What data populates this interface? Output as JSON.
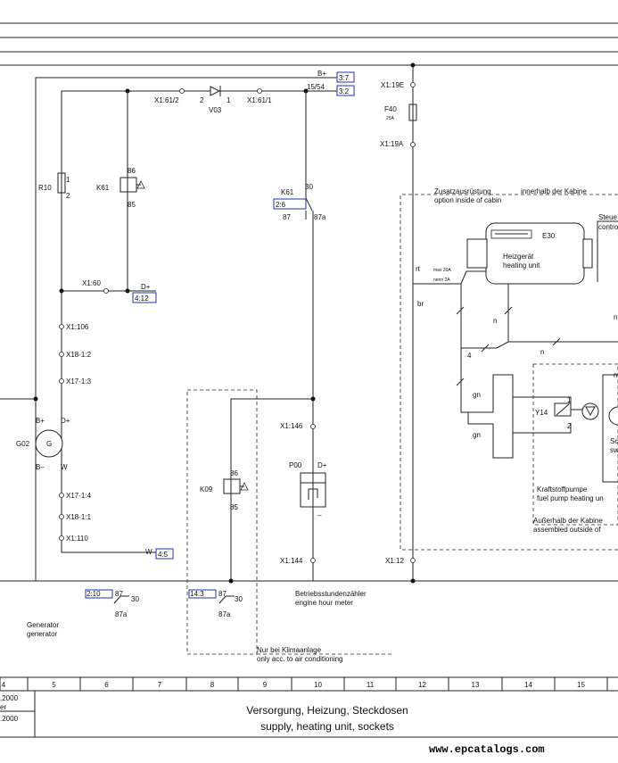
{
  "labels": {
    "b_plus_top": "B+",
    "ref_3_7": "3:7",
    "l15_54": "15/54",
    "ref_3_2": "3:2",
    "x1_61_2": "X1:61/2",
    "v03_pin2": "2",
    "v03_pin1": "1",
    "x1_61_1": "X1:61/1",
    "v03": "V03",
    "x1_19e": "X1:19E",
    "f40": "F40",
    "f40_rating": "25A",
    "x1_19a": "X1:19A",
    "r10": "R10",
    "r10_pin1": "1",
    "r10_pin2": "2",
    "k61": "K61",
    "k61_86": "86",
    "k61_85": "85",
    "k61_contact": "K61",
    "k61_30": "30",
    "ref_2_6": "2:6",
    "k61_87": "87",
    "k61_87a": "87a",
    "zusatz_de": "Zusatzausrüstung",
    "zusatz_en": "option inside of cabin",
    "innerhalb_de": "innerhalb der Kabine",
    "steu": "Steue",
    "contr": "contro",
    "e30": "E30",
    "heizgeraet_de": "Heizgerät",
    "heizgeraet_en": "heating unit",
    "rt": "rt",
    "max20a": "max 20A",
    "nenn2a": "nenn 2A",
    "br": "br",
    "n1": "n",
    "n2": "n",
    "n3": "n",
    "n4": "n",
    "x1_60": "X1:60",
    "d_plus_ref": "D+",
    "ref_4_12": "4:12",
    "four": "4",
    "gn1": "gn",
    "gn2": "gn",
    "y14": "Y14",
    "y14_pin1": "1",
    "y14_pin2": "2",
    "so": "So",
    "sw": "sw",
    "x1_106": "X1:106",
    "x18_1_2": "X18-1:2",
    "x17_1_3": "X17-1:3",
    "g02_bplus": "B+",
    "g02_dplus": "D+",
    "g02": "G02",
    "g02_symbol": "G",
    "g02_bminus": "B–",
    "g02_w": "W",
    "x17_1_4": "X17-1:4",
    "x18_1_1": "X18-1:1",
    "x1_110": "X1:110",
    "w_ref": "W",
    "ref_4_5": "4:5",
    "k09": "K09",
    "k09_86": "86",
    "k09_85": "85",
    "x1_146": "X1:146",
    "p00": "P00",
    "p00_dplus": "D+",
    "p00_minus": "–",
    "x1_144": "X1:144",
    "x1_12": "X1:12",
    "kraftstoff_de": "Kraftstoffpumpe",
    "kraftstoff_en": "fuel pump heating un",
    "ausserhalb_de": "Außerhalb der Kabine",
    "ausserhalb_en": "assembled outside of",
    "ref_2_10": "2:10",
    "c1_87": "87",
    "c1_30": "30",
    "c1_87a": "87a",
    "ref_14_3": "14:3",
    "c2_87": "87",
    "c2_30": "30",
    "c2_87a": "87a",
    "betrieb_de": "Betriebsstundenzähler",
    "betrieb_en": "engine hour meter",
    "generator_de": "Generator",
    "generator_en": "generator",
    "klima_de": "Nur bei Klimaanlage",
    "klima_en": "only acc. to air conditioning"
  },
  "footer": {
    "columns": [
      "4",
      "5",
      "6",
      "7",
      "8",
      "9",
      "10",
      "11",
      "12",
      "13",
      "14",
      "15"
    ],
    "date1": ".2000",
    "date2_label": "er",
    "date3": ".2000",
    "title_de": "Versorgung, Heizung, Steckdosen",
    "title_en": "supply, heating unit, sockets"
  },
  "watermark": "www.epcatalogs.com"
}
